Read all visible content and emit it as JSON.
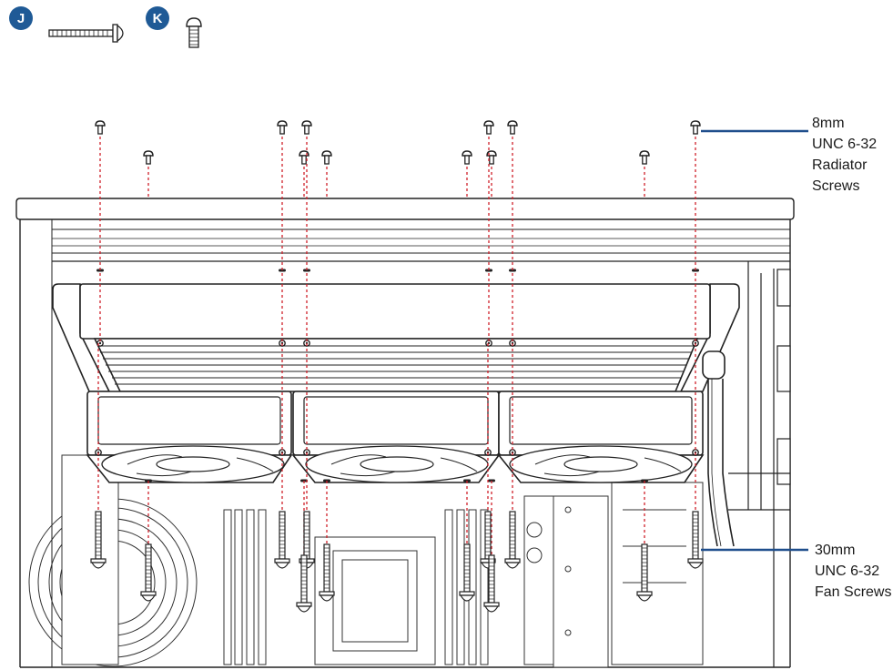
{
  "badges": {
    "j": "J",
    "k": "K"
  },
  "callouts": {
    "radiator": {
      "line1": "8mm",
      "line2": "UNC 6-32",
      "line3": "Radiator",
      "line4": "Screws"
    },
    "fan": {
      "line1": "30mm",
      "line2": "UNC 6-32",
      "line3": "Fan Screws"
    }
  },
  "colors": {
    "badge": "#1f5a96",
    "leader": "#1f4e8c",
    "guide": "#d0202a",
    "line": "#1a1a1a"
  },
  "icons": {
    "long_screw": "long-screw-icon",
    "short_screw": "short-screw-icon"
  }
}
